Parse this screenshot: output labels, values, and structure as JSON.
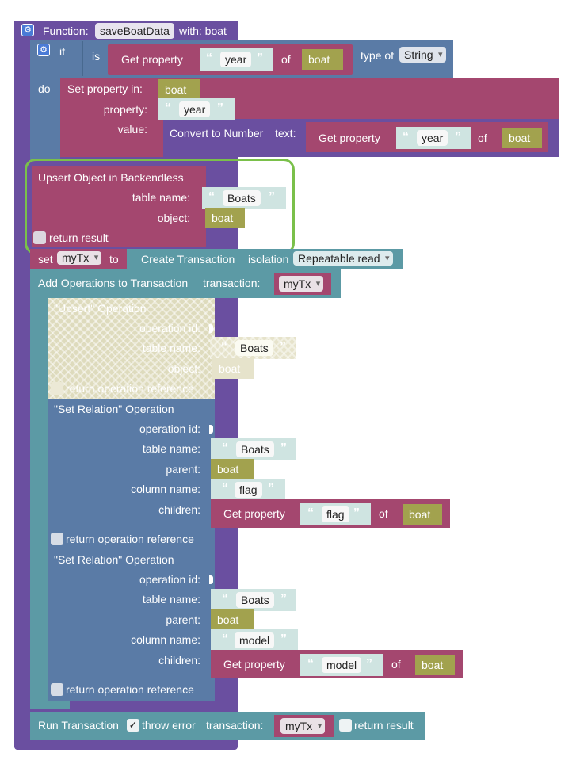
{
  "function_block": {
    "prefix": "Function:",
    "name": "saveBoatData",
    "with_label": "with: boat"
  },
  "if_block": {
    "if_label": "if",
    "is_label": "is",
    "get_property": "Get property",
    "of_label": "of",
    "key": "year",
    "object": "boat",
    "type_of": "type of",
    "type_value": "String",
    "do_label": "do"
  },
  "set_property_block": {
    "title": "Set property in:",
    "target": "boat",
    "property_label": "property:",
    "property_value": "year",
    "value_label": "value:",
    "convert_label": "Convert to Number",
    "text_label": "text:",
    "get_property": "Get property",
    "key": "year",
    "of_label": "of",
    "object": "boat"
  },
  "upsert_block": {
    "title": "Upsert Object in Backendless",
    "table_label": "table name:",
    "table_value": "Boats",
    "object_label": "object:",
    "object_value": "boat",
    "return_label": "return result"
  },
  "set_tx_block": {
    "set_label": "set",
    "var": "myTx",
    "to_label": "to",
    "create_label": "Create Transaction",
    "isolation_label": "isolation",
    "isolation_value": "Repeatable read"
  },
  "add_ops_block": {
    "title": "Add Operations to Transaction",
    "transaction_label": "transaction:",
    "var": "myTx"
  },
  "upsert_op": {
    "title": "\"Upsert\" Operation",
    "opid_label": "operation id:",
    "table_label": "table name:",
    "table_value": "Boats",
    "object_label": "object:",
    "object_value": "boat",
    "return_label": "return operation reference"
  },
  "set_relation_ops": [
    {
      "title": "\"Set Relation\" Operation",
      "opid_label": "operation id:",
      "table_label": "table name:",
      "table_value": "Boats",
      "parent_label": "parent:",
      "parent_value": "boat",
      "column_label": "column name:",
      "column_value": "flag",
      "children_label": "children:",
      "get_property": "Get property",
      "key": "flag",
      "of_label": "of",
      "object": "boat",
      "return_label": "return operation reference"
    },
    {
      "title": "\"Set Relation\" Operation",
      "opid_label": "operation id:",
      "table_label": "table name:",
      "table_value": "Boats",
      "parent_label": "parent:",
      "parent_value": "boat",
      "column_label": "column name:",
      "column_value": "model",
      "children_label": "children:",
      "get_property": "Get property",
      "key": "model",
      "of_label": "of",
      "object": "boat",
      "return_label": "return operation reference"
    }
  ],
  "run_tx_block": {
    "title": "Run Transaction",
    "throw_label": "throw error",
    "transaction_label": "transaction:",
    "var": "myTx",
    "return_label": "return result"
  },
  "colors": {
    "function": "#6a4fa0",
    "control": "#5a7ba6",
    "data": "#5c9aa5",
    "property": "#a4476f",
    "variable": "#a2a24e",
    "string": "#cfe4e1",
    "highlight": "#7ac04a"
  }
}
